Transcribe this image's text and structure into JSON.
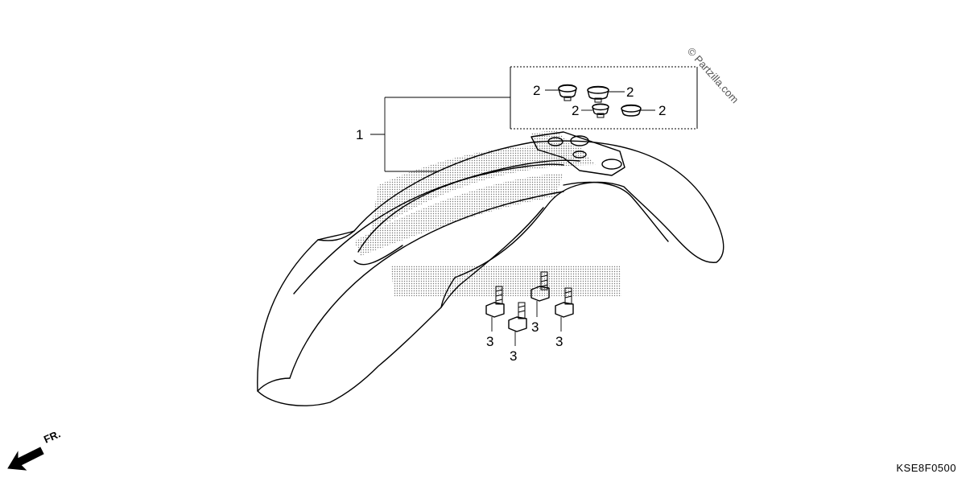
{
  "watermark": "© Partzilla.com",
  "diagram_code": "KSE8F0500",
  "front_label": "FR.",
  "callouts": {
    "fender": "1",
    "grommet": "2",
    "bolt": "3"
  },
  "icons": {
    "front_arrow": "front-direction-arrow-icon"
  }
}
